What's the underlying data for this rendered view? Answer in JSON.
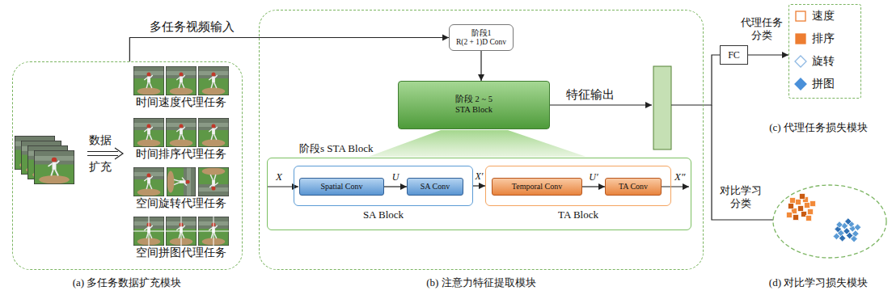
{
  "diagram": {
    "nodes": [
      {
        "text": [
          "(a) 多任务数据扩充模块"
        ]
      },
      {
        "text": [
          "(b) 注意力特征提取模块"
        ]
      },
      {
        "text": [
          "阶段1",
          "R(2 + 1)D Conv"
        ],
        "in": 1
      },
      {
        "text": [
          "阶段 2 ~ 5",
          "STA Block"
        ],
        "in": 1
      },
      {
        "text": [
          "阶段s STA Block"
        ],
        "in": 1
      },
      {
        "text": [
          "SA Block"
        ],
        "in": 4
      },
      {
        "text": [
          "Spatial Conv"
        ],
        "in": 5
      },
      {
        "text": [
          "SA Conv"
        ],
        "in": 5
      },
      {
        "text": [
          "TA Block"
        ],
        "in": 4
      },
      {
        "text": [
          "Temporal Conv"
        ],
        "in": 8
      },
      {
        "text": [
          "TA Conv"
        ],
        "in": 8
      },
      {
        "text": [
          "FC"
        ]
      },
      {
        "text": [
          "(c) 代理任务损失模块"
        ]
      },
      {
        "text": [
          "(d) 对比学习损失模块"
        ]
      }
    ],
    "edges": [
      {
        "from": 0,
        "to": 2,
        "arrow": "to",
        "label": "多任务视频输入"
      },
      {
        "from": 2,
        "to": 3,
        "arrow": "to"
      },
      {
        "from": 6,
        "to": 7,
        "arrow": "to",
        "label": "U"
      },
      {
        "from": 5,
        "to": 8,
        "arrow": "to",
        "label": "X′"
      },
      {
        "from": 9,
        "to": 10,
        "arrow": "to",
        "label": "U′"
      },
      {
        "from": 11,
        "to": 12,
        "arrow": "to",
        "label": "代理任务 分类"
      }
    ],
    "labels": [
      "数据",
      "扩充",
      "时间速度代理任务",
      "时间排序代理任务",
      "空间旋转代理任务",
      "空间拼图代理任务",
      "特征输出",
      "对比学习 分类",
      "X",
      "X″"
    ],
    "legend": [
      {
        "text": "速度"
      },
      {
        "text": "排序"
      },
      {
        "text": "旋转"
      },
      {
        "text": "拼图"
      }
    ]
  }
}
